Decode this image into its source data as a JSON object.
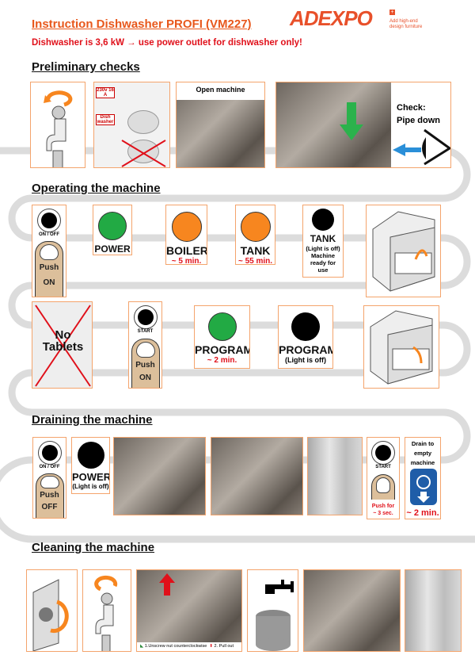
{
  "header": {
    "title": "Instruction Dishwasher PROFI (VM227)",
    "warning": "Dishwasher is 3,6 kW → use power outlet for dishwasher only!",
    "logo": "ADEXPO",
    "logo_tagline_1": "Add high-end",
    "logo_tagline_2": "design furniture"
  },
  "preliminary": {
    "heading": "Preliminary checks",
    "outlet_label_1": "230v 16 A",
    "outlet_label_2": "Dish washer",
    "open_machine": "Open machine",
    "check_1": "Check:",
    "check_2": "Pipe down"
  },
  "operating": {
    "heading": "Operating the machine",
    "onoff": "ON / OFF",
    "push": "Push",
    "on": "ON",
    "power": "POWER",
    "boiler": "BOILER",
    "boiler_time": "~ 5 min.",
    "tank": "TANK",
    "tank_time": "~ 55 min.",
    "tank2": "TANK",
    "tank2_note_1": "(Light is off)",
    "tank2_note_2": "Machine ready for use",
    "no_tablets_1": "No",
    "no_tablets_2": "Tablets",
    "start": "START",
    "program": "PROGRAM",
    "program_time": "~ 2 min.",
    "program2": "PROGRAM",
    "program2_note": "(Light is off)"
  },
  "draining": {
    "heading": "Draining the machine",
    "onoff": "ON / OFF",
    "push": "Push",
    "off": "OFF",
    "power": "POWER",
    "power_note": "(Light is off)",
    "start": "START",
    "push_for_1": "Push for",
    "push_for_2": "~ 3 sec.",
    "drain_1": "Drain to",
    "drain_2": "empty",
    "drain_3": "machine",
    "drain_time": "~ 2 min."
  },
  "cleaning": {
    "heading": "Cleaning the machine",
    "step1": "1.Unscrew nut counterclockwise",
    "step2": "2. Pull out"
  },
  "colors": {
    "accent": "#e8581c",
    "green": "#22aa44",
    "orange": "#f7861f",
    "frame": "#f4a46c",
    "warning": "#e0101a"
  }
}
